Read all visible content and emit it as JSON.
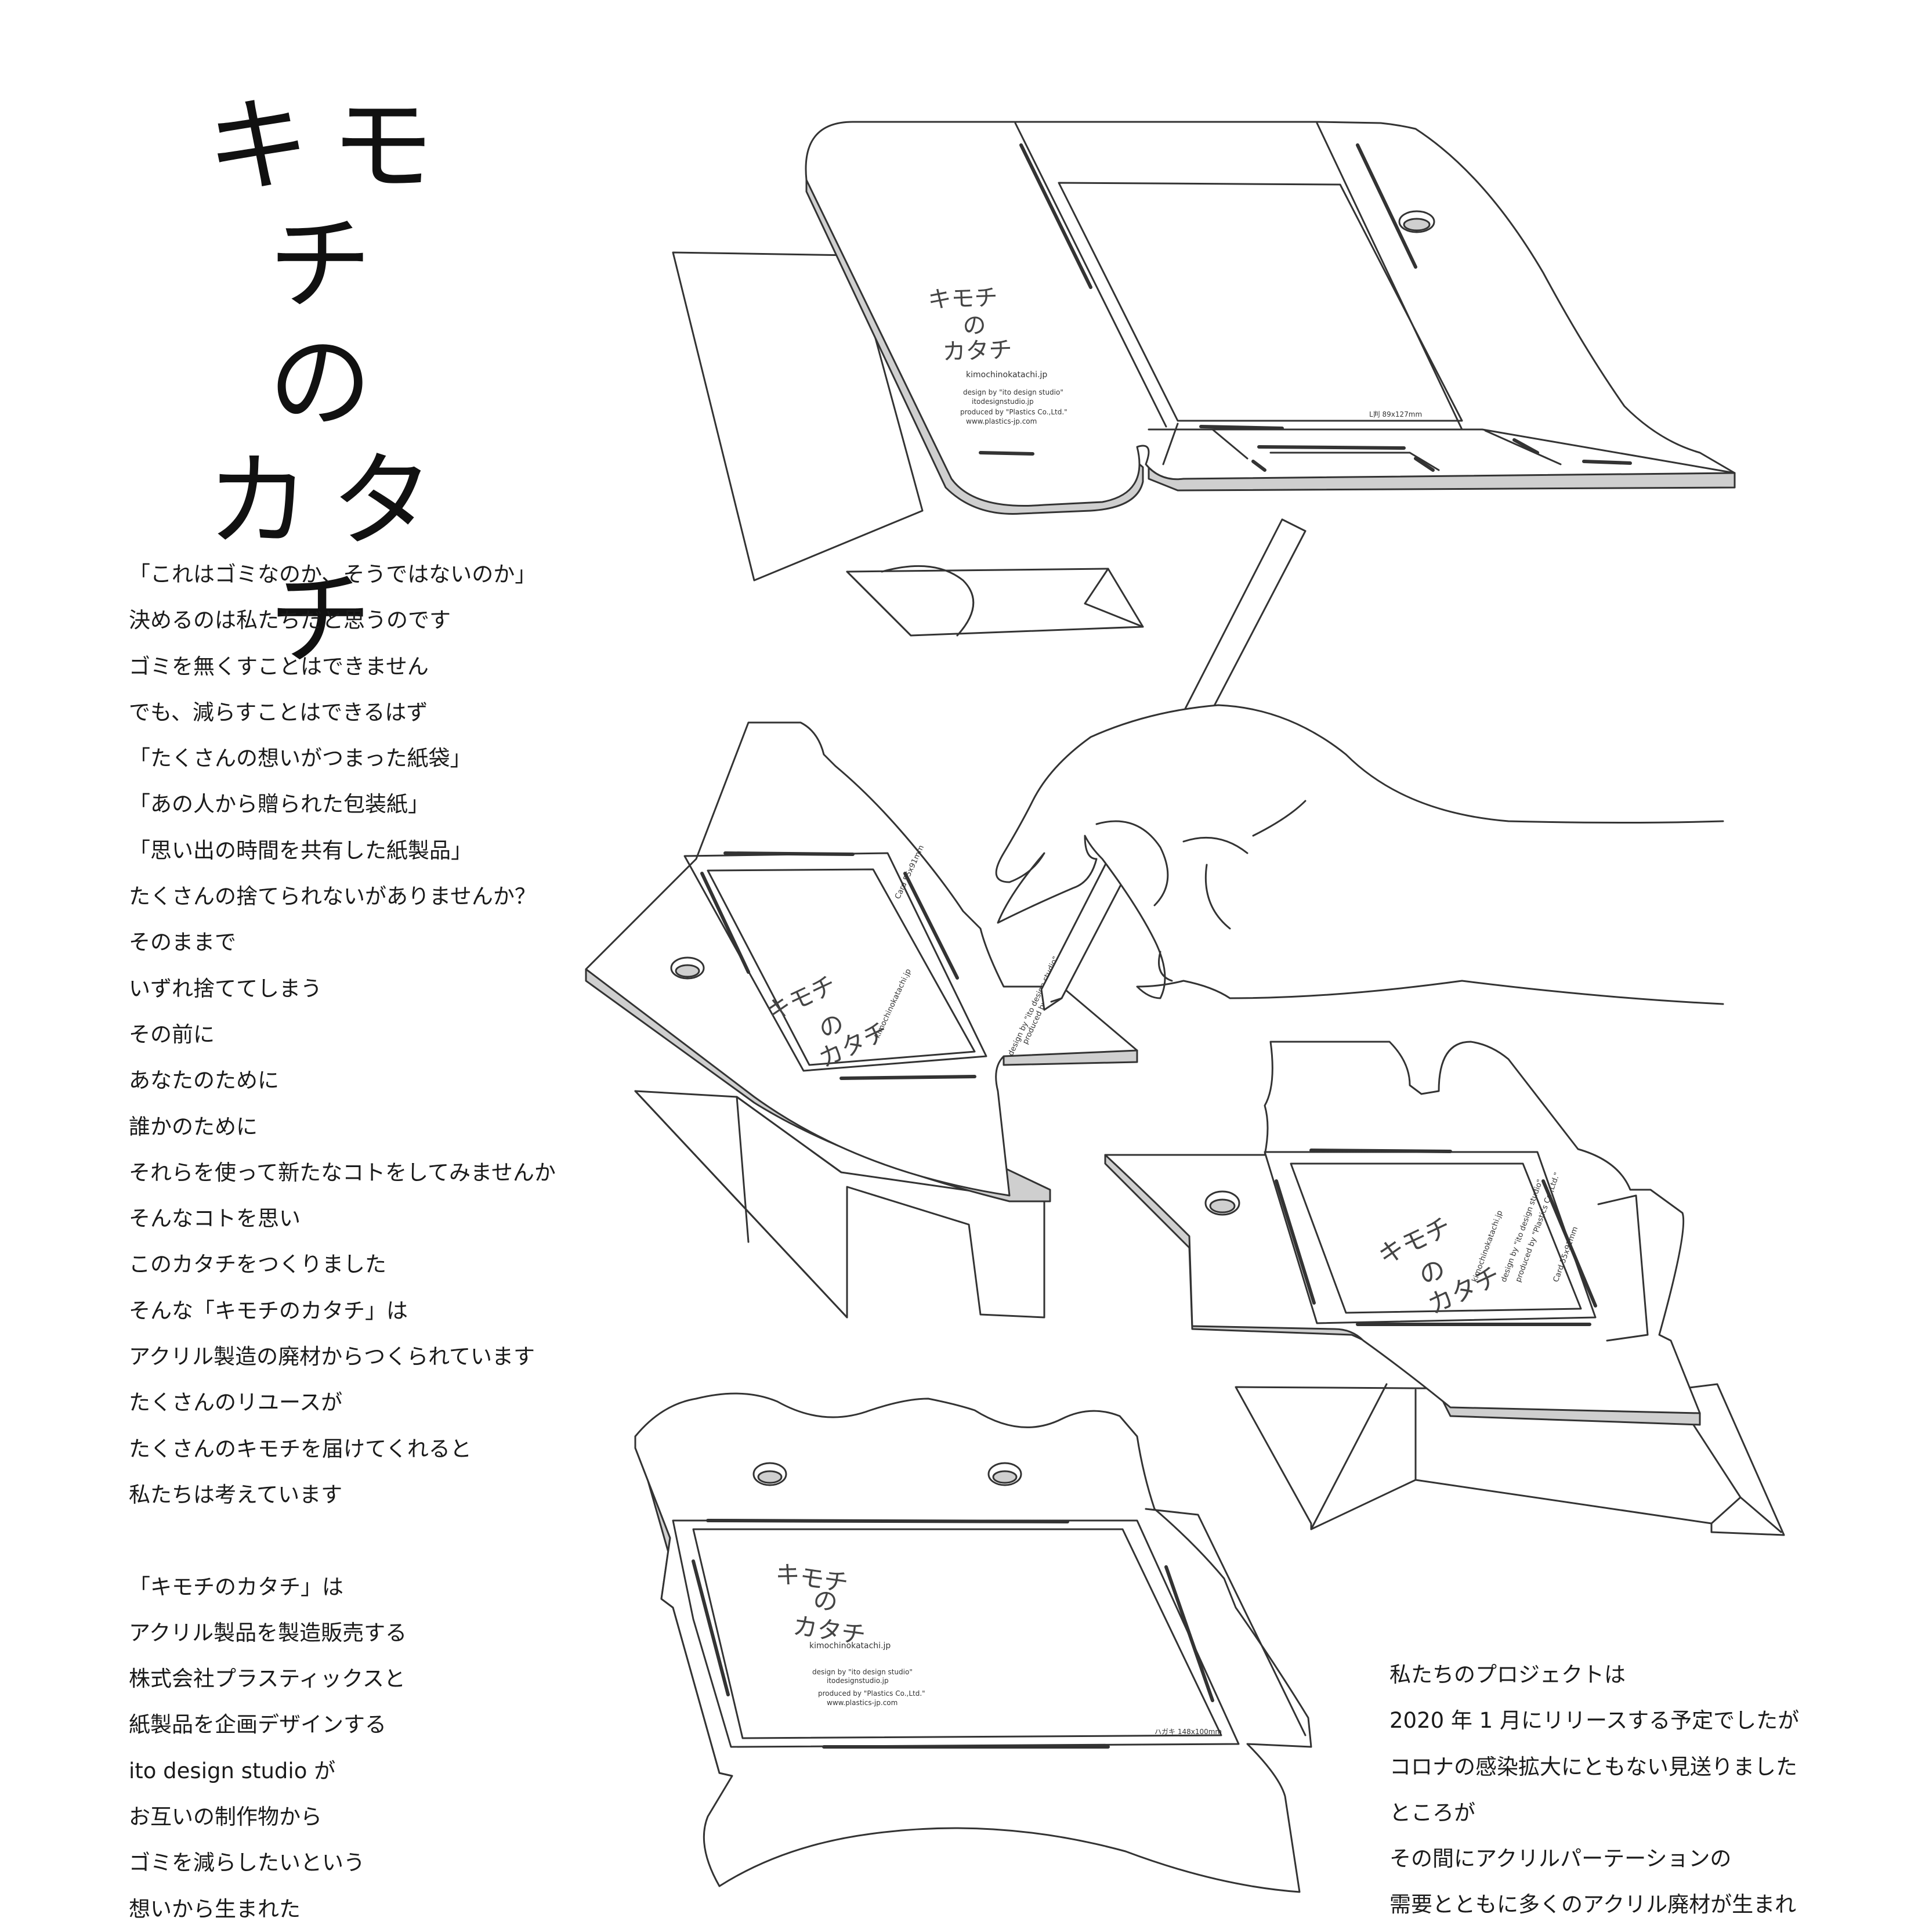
{
  "title": {
    "lines": [
      "キモチ",
      "の",
      "カタチ"
    ]
  },
  "intro_poem": [
    "「これはゴミなのか、そうではないのか」",
    "決めるのは私たちだと思うのです",
    "ゴミを無くすことはできません",
    "でも、減らすことはできるはず",
    "「たくさんの想いがつまった紙袋」",
    "「あの人から贈られた包装紙」",
    "「思い出の時間を共有した紙製品」",
    "たくさんの捨てられないがありませんか？",
    "そのままで",
    "いずれ捨ててしまう",
    "その前に",
    "あなたのために",
    "誰かのために",
    "それらを使って新たなコトをしてみませんか",
    "そんなコトを思い",
    "このカタチをつくりました",
    "そんな「キモチのカタチ」は",
    "アクリル製造の廃材からつくられています",
    "たくさんのリユースが",
    "たくさんのキモチを届けてくれると",
    "私たちは考えています"
  ],
  "about_poem": [
    "「キモチのカタチ」は",
    "アクリル製品を製造販売する",
    "株式会社プラスティックスと",
    "紙製品を企画デザインする",
    "ito design studio が",
    "お互いの制作物から",
    "ゴミを減らしたいという",
    "想いから生まれた"
  ],
  "project_note": [
    "私たちのプロジェクトは",
    "2020 年 1 月にリリースする予定でしたが",
    "コロナの感染拡大にともない見送りました",
    "ところが",
    "その間にアクリルパーテーションの",
    "需要とともに多くのアクリル廃材が生まれ"
  ],
  "card_label": {
    "title_lines": [
      "キモチ",
      "の",
      "カタチ"
    ],
    "site": "kimochinokatachi.jp",
    "design_by": "design by \"ito design studio\"",
    "design_site": "itodesignstudio.jp",
    "produced_by": "produced by \"Plastics Co.,Ltd.\"",
    "produced_site": "www.plastics-jp.com"
  },
  "sizes": {
    "l_size": "L判 89x127mm",
    "card_size": "Card 55x91mm",
    "hagaki_size": "ハガキ 148x100mm"
  },
  "colors": {
    "line": "#333333",
    "edge_fill": "#cfcfcf",
    "background": "#ffffff"
  }
}
